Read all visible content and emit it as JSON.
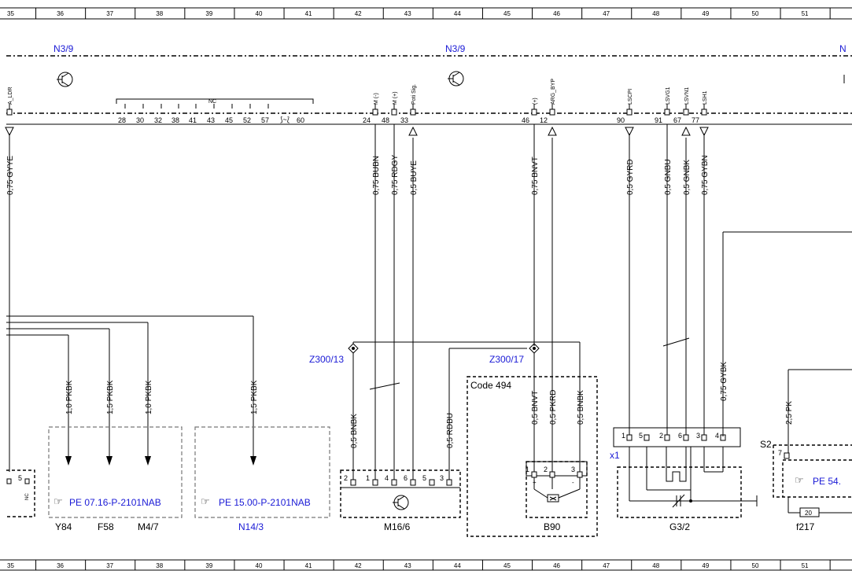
{
  "grid_numbers": [
    "35",
    "36",
    "37",
    "38",
    "39",
    "40",
    "41",
    "42",
    "43",
    "44",
    "45",
    "46",
    "47",
    "48",
    "49",
    "50",
    "51"
  ],
  "module_labels": [
    "N3/9",
    "N3/9"
  ],
  "top_pins": [
    {
      "name": "A_LDR",
      "number": ""
    },
    {
      "name": "M (-)",
      "number": "24"
    },
    {
      "name": "M (+)",
      "number": "48"
    },
    {
      "name": "Poti Sig.",
      "number": "33"
    },
    {
      "name": "(+)",
      "number": "46"
    },
    {
      "name": "ARG_BYP",
      "number": "12"
    },
    {
      "name": "LSCPI",
      "number": "90"
    },
    {
      "name": "LSVG1",
      "number": "91"
    },
    {
      "name": "LSVN1",
      "number": "67"
    },
    {
      "name": "LSH1",
      "number": "77"
    }
  ],
  "nc_group": {
    "label": "NC",
    "pins": [
      "28",
      "30",
      "32",
      "38",
      "41",
      "43",
      "45",
      "52",
      "57",
      "60"
    ]
  },
  "wires_top": [
    "0,75 GYYE",
    "0,75 BUBN",
    "0,75 RDGY",
    "0,5 BUYE",
    "0,75 BNVT",
    "0,5 GYRD",
    "0,5 GNBU",
    "0,5 GNBK",
    "0,75 GYBN"
  ],
  "wires_lower": [
    "1,0 PKBK",
    "1,5 PKBK",
    "1,0 PKBK",
    "1,5 PKBK",
    "0,5 BNBK",
    "0,5 RDBU",
    "0,5 BNVT",
    "0,5 PKRD",
    "0,5 BNBK",
    "0,75 GYBK",
    "2,5 PK"
  ],
  "splices": [
    "Z300/13",
    "Z300/17"
  ],
  "code_box": "Code 494",
  "ref_boxes": [
    "PE 07.16-P-2101NAB",
    "PE 15.00-P-2101NAB",
    "PE 54."
  ],
  "components": [
    "Y84",
    "F58",
    "M4/7",
    "N14/3",
    "M16/6",
    "B90",
    "G3/2",
    "f217"
  ],
  "connectors": {
    "x1": "x1",
    "s2": "S2",
    "nc": "NC",
    "fuse": "20"
  },
  "m16_pins": [
    "2",
    "1",
    "4",
    "6",
    "5",
    "3"
  ],
  "b90_pins": [
    "1",
    "2",
    "3"
  ],
  "b90_signs": [
    "+",
    "-"
  ],
  "g32_pins": [
    "1",
    "5",
    "2",
    "6",
    "3",
    "4"
  ],
  "left_pin": "5",
  "s2_pin": "7"
}
